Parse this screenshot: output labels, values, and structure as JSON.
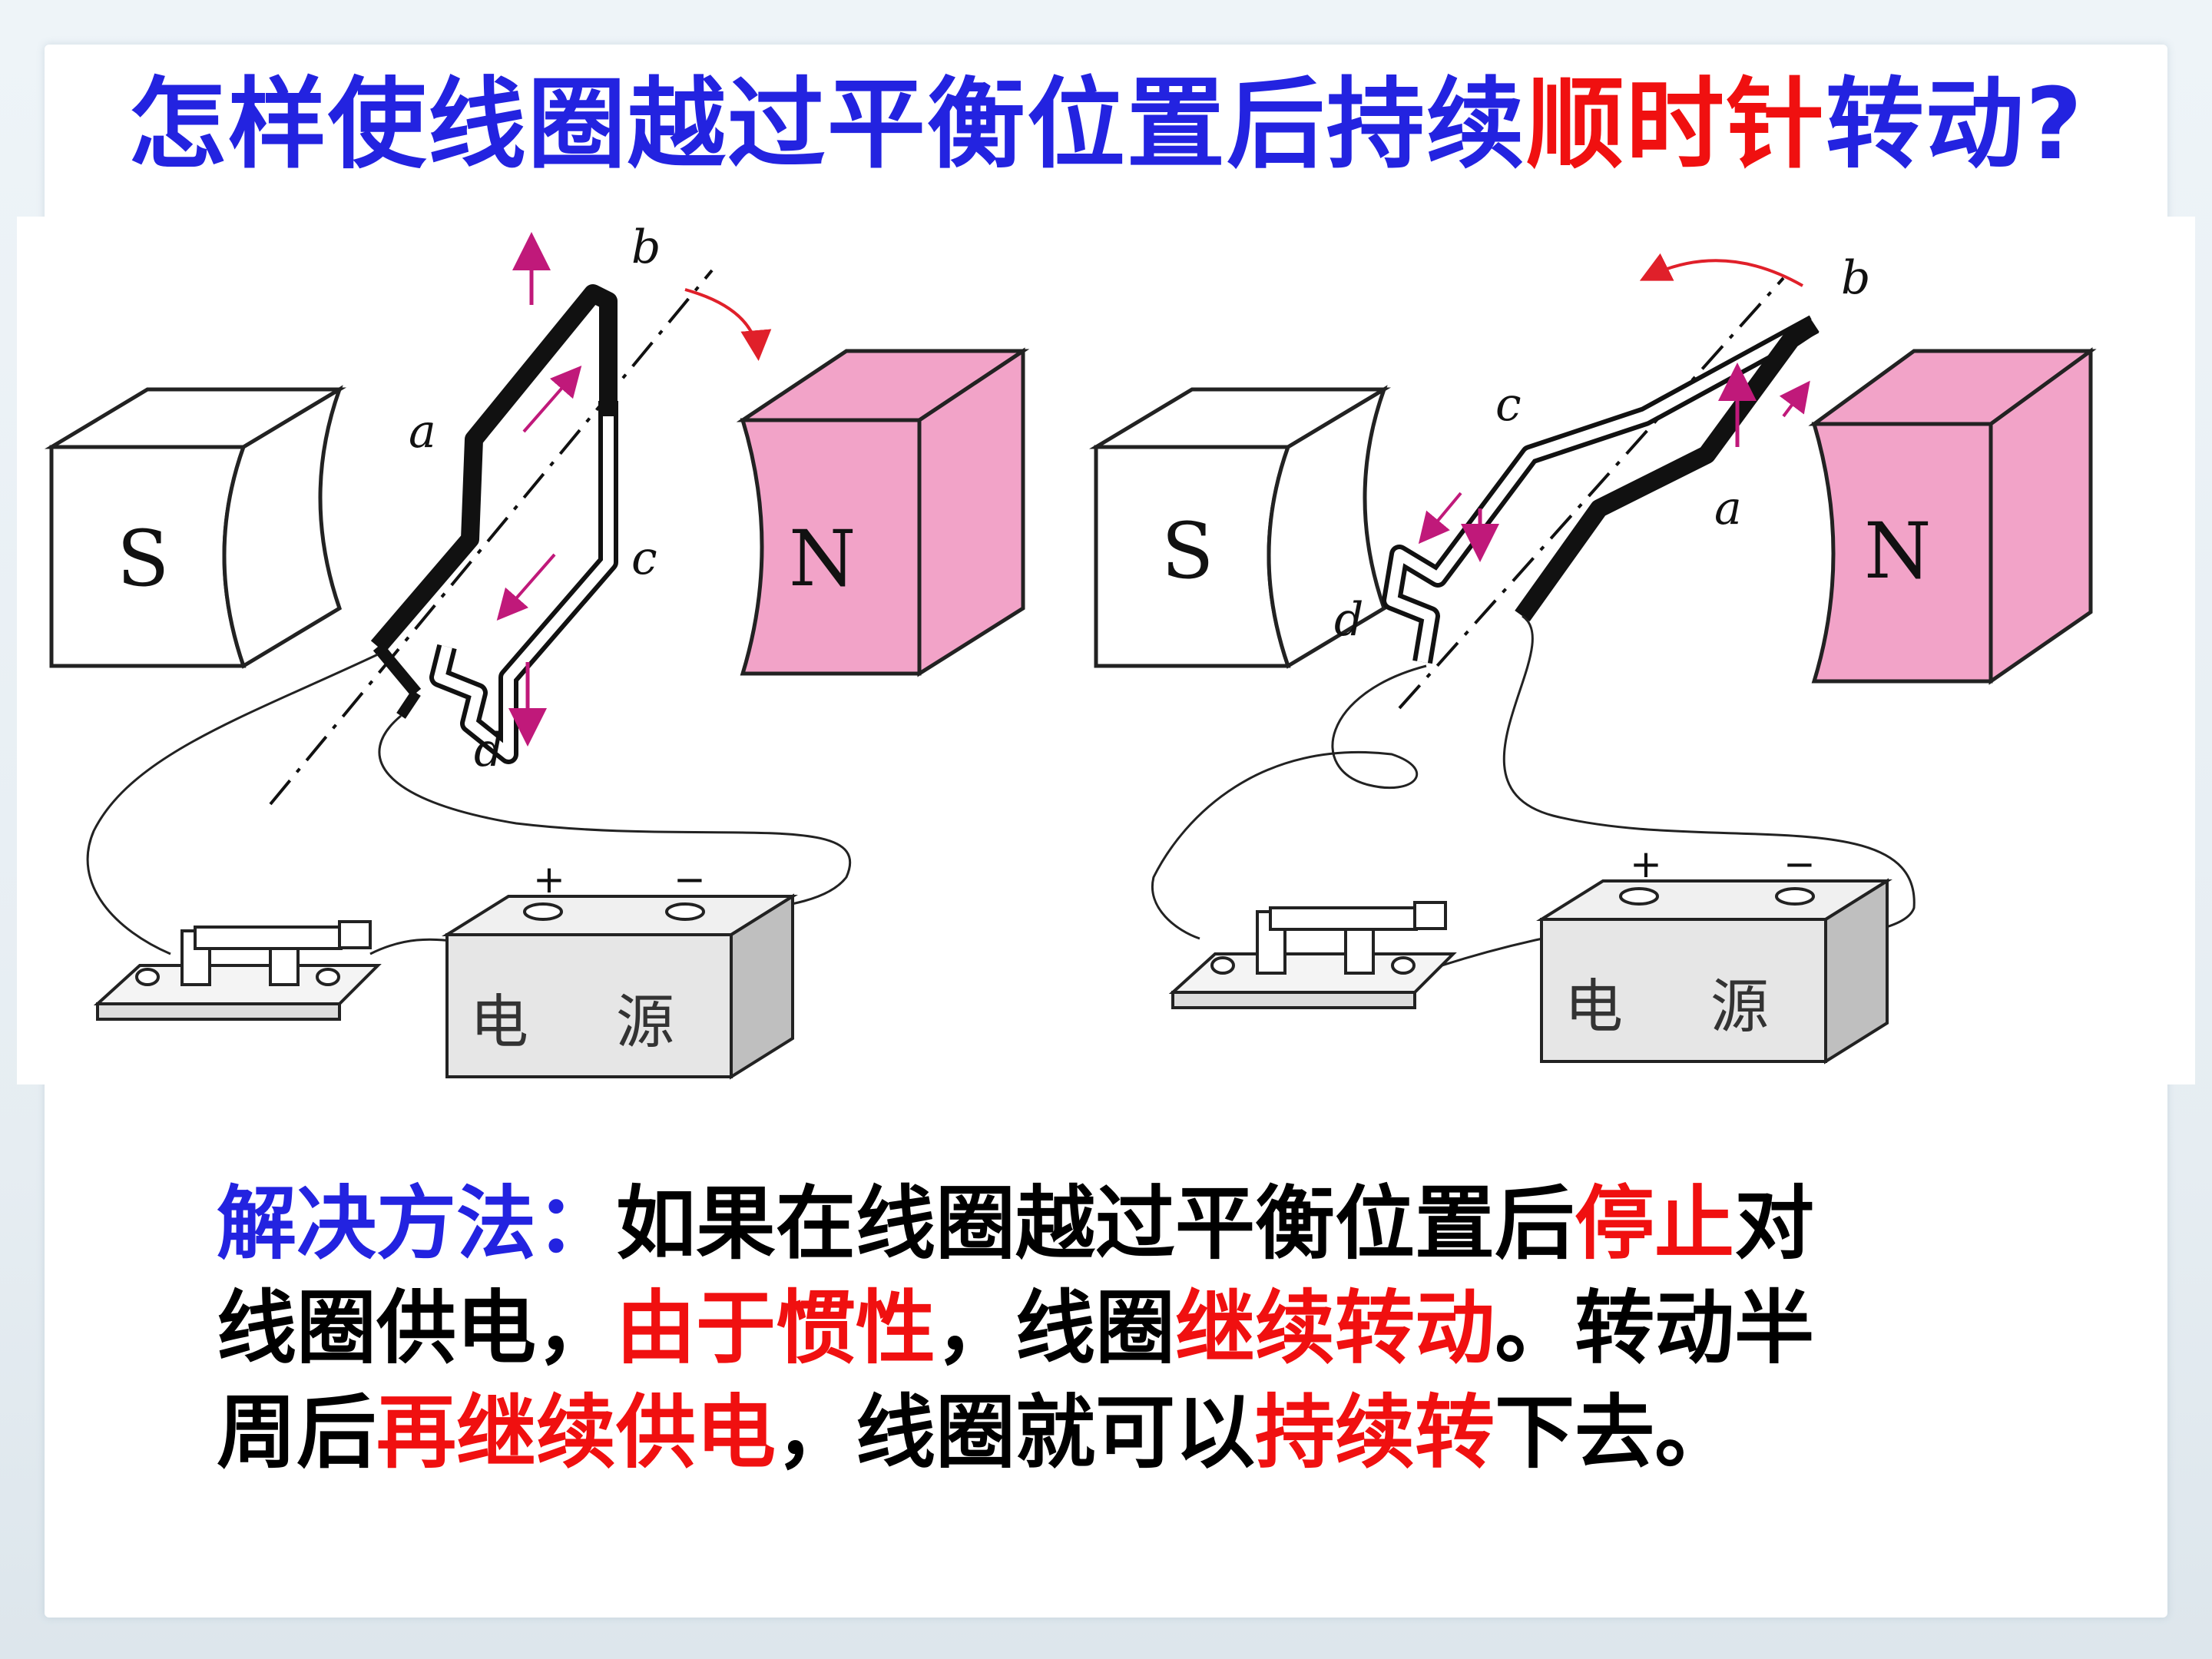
{
  "title": {
    "part1": "怎样使线圈越过平衡位置后持续",
    "part2": "顺时针",
    "part3": "转动?"
  },
  "figure": {
    "left": {
      "magnet_s": "S",
      "magnet_n": "N",
      "labels": {
        "a": "a",
        "b": "b",
        "c": "c",
        "d": "d"
      },
      "battery_label_1": "电",
      "battery_label_2": "源",
      "plus": "+",
      "minus": "−"
    },
    "right": {
      "magnet_s": "S",
      "magnet_n": "N",
      "labels": {
        "a": "a",
        "b": "b",
        "c": "c",
        "d": "d"
      },
      "battery_label_1": "电",
      "battery_label_2": "源",
      "plus": "+",
      "minus": "−"
    }
  },
  "body": {
    "line1": {
      "lead": "解决方法：",
      "text1": "如果在线圈越过平衡位置后",
      "red1": "停止",
      "text2": "对"
    },
    "line2": {
      "text1": "线圈供电，",
      "red1": "由于惯性",
      "text2": "，线圈",
      "red2": "继续转动",
      "text3": "。转动半"
    },
    "line3": {
      "text1": "周后",
      "red1": "再继续供电",
      "text2": "，线圈就可以",
      "red2": "持续转",
      "text3": "下去。"
    }
  },
  "colors": {
    "title_blue": "#2323e0",
    "highlight_red": "#f01010",
    "magnet_pink": "#f2a3c8",
    "arrow_magenta": "#c0197a"
  }
}
